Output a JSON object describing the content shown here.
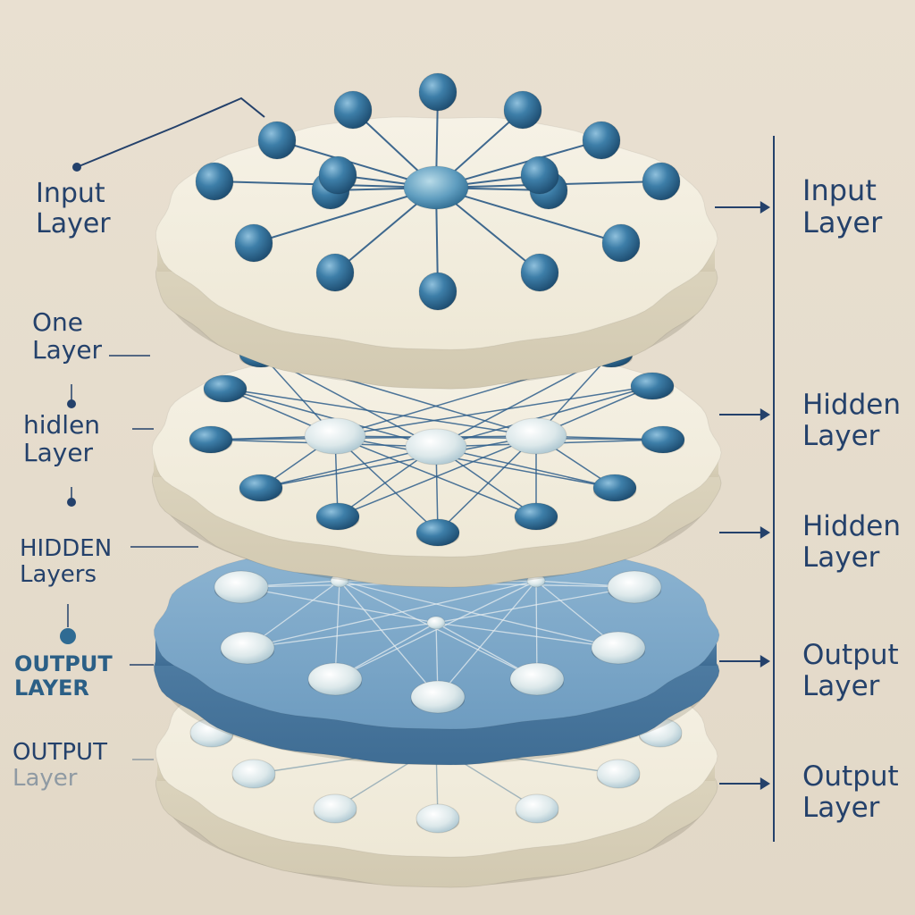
{
  "left_labels": [
    {
      "line1": "Input",
      "line2": "Layer"
    },
    {
      "line1": "One",
      "line2": "Layer"
    },
    {
      "line1": "hidlen",
      "line2": "Layer"
    },
    {
      "line1": "HIDDEN",
      "line2": "Layers"
    },
    {
      "line1": "OUTPUT",
      "line2": "LAYER"
    },
    {
      "line1": "OUTPUT",
      "line2": "Layer"
    }
  ],
  "right_labels": [
    {
      "line1": "Input",
      "line2": "Layer"
    },
    {
      "line1": "Hidden",
      "line2": "Layer"
    },
    {
      "line1": "Hidden",
      "line2": "Layer"
    },
    {
      "line1": "Output",
      "line2": "Layer"
    },
    {
      "line1": "Output",
      "line2": "Layer"
    }
  ],
  "colors": {
    "background": "#e7ddce",
    "disk_cream": "#f3efe1",
    "disk_blue": "#7fa9c9",
    "node_dark": "#2f6b93",
    "node_light": "#dce8ea",
    "text": "#24416b"
  }
}
